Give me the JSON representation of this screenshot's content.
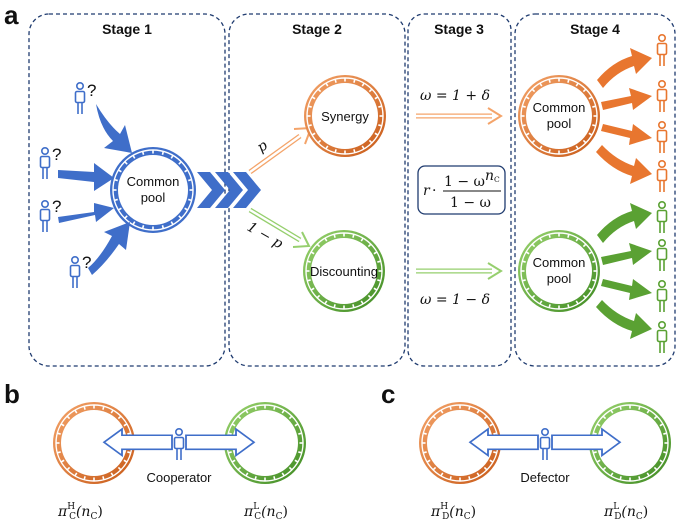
{
  "panel_labels": {
    "a": "a",
    "b": "b",
    "c": "c"
  },
  "stages": [
    "Stage 1",
    "Stage 2",
    "Stage 3",
    "Stage 4"
  ],
  "pools": {
    "stage1": [
      "Common",
      "pool"
    ],
    "synergy": "Synergy",
    "discounting": "Discounting",
    "stage4_top": [
      "Common",
      "pool"
    ],
    "stage4_bottom": [
      "Common",
      "pool"
    ]
  },
  "question_mark": "?",
  "probabilities": {
    "p": "p",
    "one_minus_p": "1 − p"
  },
  "omega_synergy": {
    "lhs": "ω = 1 + ",
    "var": "δ"
  },
  "omega_discount": {
    "lhs": "ω = 1 − ",
    "var": "δ"
  },
  "formula": {
    "r": "r",
    "dot": "·",
    "numerator": "1 − ω",
    "exponent": "n",
    "exponent_sub": "C",
    "denominator": "1 − ω"
  },
  "panel_b": {
    "role": "Cooperator",
    "payoff_left": {
      "pi": "π",
      "sup": "H",
      "sub": "C",
      "arg": "(n",
      "arg_sub": "C",
      "close": ")"
    },
    "payoff_right": {
      "pi": "π",
      "sup": "L",
      "sub": "C",
      "arg": "(n",
      "arg_sub": "C",
      "close": ")"
    }
  },
  "panel_c": {
    "role": "Defector",
    "payoff_left": {
      "pi": "π",
      "sup": "H",
      "sub": "D",
      "arg": "(n",
      "arg_sub": "C",
      "close": ")"
    },
    "payoff_right": {
      "pi": "π",
      "sup": "L",
      "sub": "D",
      "arg": "(n",
      "arg_sub": "C",
      "close": ")"
    }
  },
  "colors": {
    "blue": "#3f6ec9",
    "orange": "#e8762f",
    "orange_light": "#f4a46a",
    "green": "#5aa133",
    "green_light": "#96cf6e",
    "box": "#1f3b6f"
  }
}
